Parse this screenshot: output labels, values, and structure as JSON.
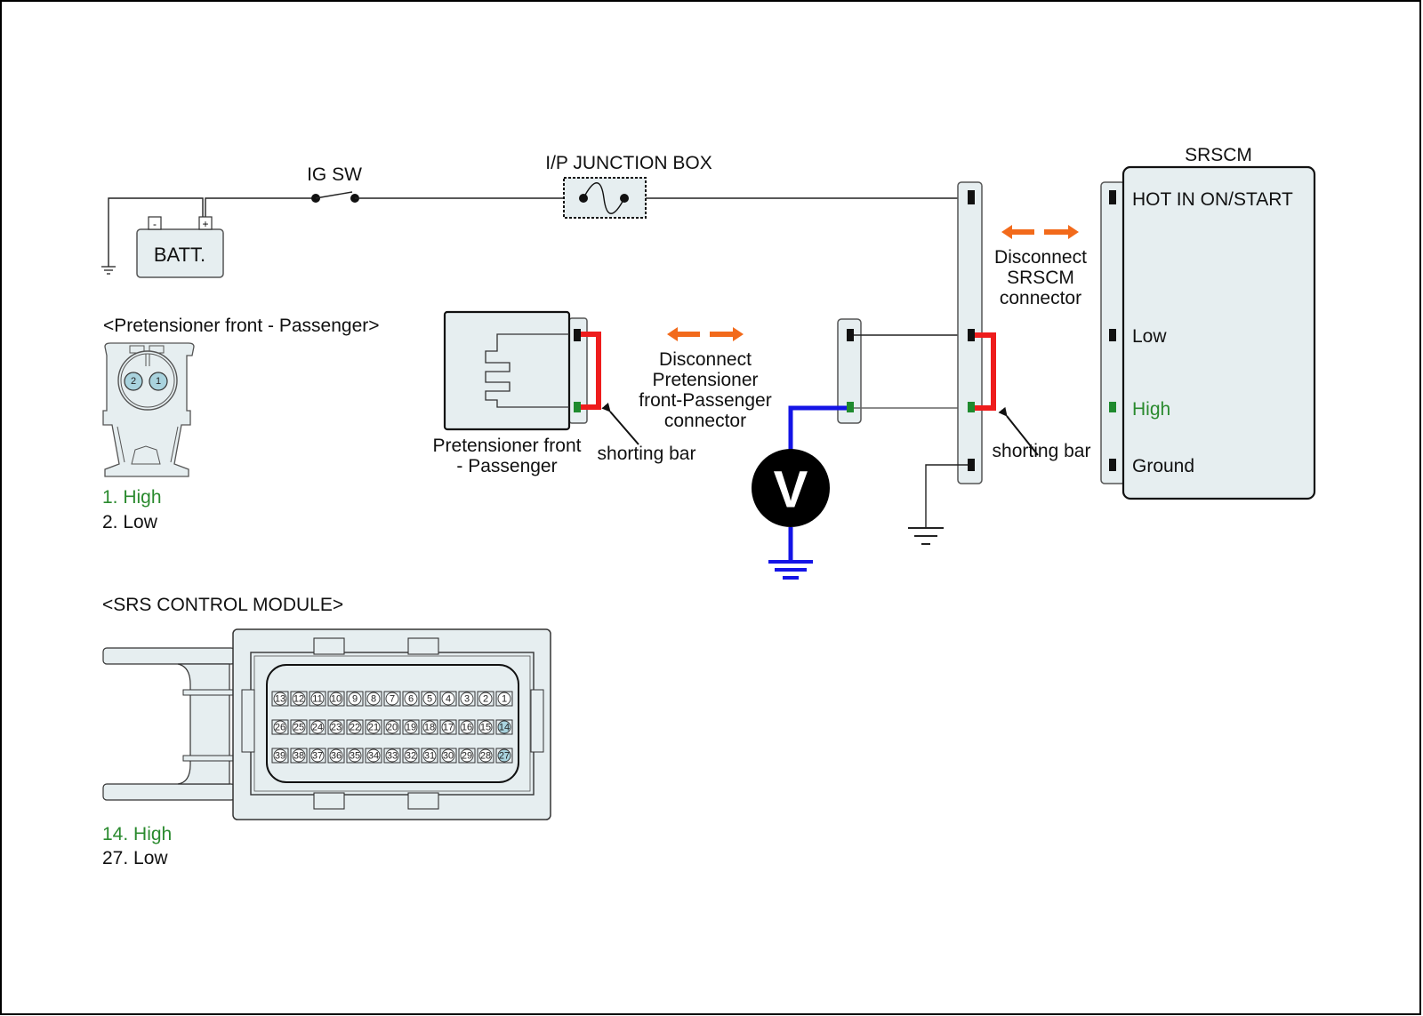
{
  "colors": {
    "frame": "#000000",
    "component_fill": "#e6eef0",
    "wire": "#222222",
    "shorting_bar": "#ee1c1c",
    "meter_lead": "#1414e6",
    "disconnect_arrow": "#f26a1b",
    "high_pin": "#1f8a2e",
    "low_pin": "#111111",
    "highlight_pin": "#a9d3de",
    "high_text": "#2a8a2e"
  },
  "power_circuit": {
    "battery_label": "BATT.",
    "battery_neg": "-",
    "battery_pos": "+",
    "ig_switch_label": "IG SW",
    "junction_box_label": "I/P JUNCTION BOX"
  },
  "pretensioner_connector_view": {
    "title": "<Pretensioner front - Passenger>",
    "pins": [
      "2",
      "1"
    ],
    "legend": [
      {
        "text": "1. High",
        "kind": "high"
      },
      {
        "text": "2. Low",
        "kind": "low"
      }
    ]
  },
  "pretensioner_component": {
    "label_line1": "Pretensioner front",
    "label_line2": "- Passenger",
    "shorting_bar_label": "shorting bar",
    "disconnect_label": [
      "Disconnect",
      "Pretensioner",
      "front-Passenger",
      "connector"
    ]
  },
  "voltmeter": {
    "symbol": "V"
  },
  "srscm_side": {
    "disconnect_label": [
      "Disconnect",
      "SRSCM",
      "connector"
    ],
    "shorting_bar_label": "shorting bar"
  },
  "srscm_module": {
    "title": "SRSCM",
    "terminals": [
      {
        "label": "HOT IN ON/START",
        "kind": "normal"
      },
      {
        "label": "Low",
        "kind": "normal"
      },
      {
        "label": "High",
        "kind": "high"
      },
      {
        "label": "Ground",
        "kind": "normal"
      }
    ]
  },
  "srs_control_module_view": {
    "title": "<SRS CONTROL MODULE>",
    "pin_rows": [
      [
        "13",
        "12",
        "11",
        "10",
        "9",
        "8",
        "7",
        "6",
        "5",
        "4",
        "3",
        "2",
        "1"
      ],
      [
        "26",
        "25",
        "24",
        "23",
        "22",
        "21",
        "20",
        "19",
        "18",
        "17",
        "16",
        "15",
        "14"
      ],
      [
        "39",
        "38",
        "37",
        "36",
        "35",
        "34",
        "33",
        "32",
        "31",
        "30",
        "29",
        "28",
        "27"
      ]
    ],
    "highlighted_pins": [
      "14",
      "27"
    ],
    "legend": [
      {
        "text": "14. High",
        "kind": "high"
      },
      {
        "text": "27. Low",
        "kind": "low"
      }
    ]
  }
}
